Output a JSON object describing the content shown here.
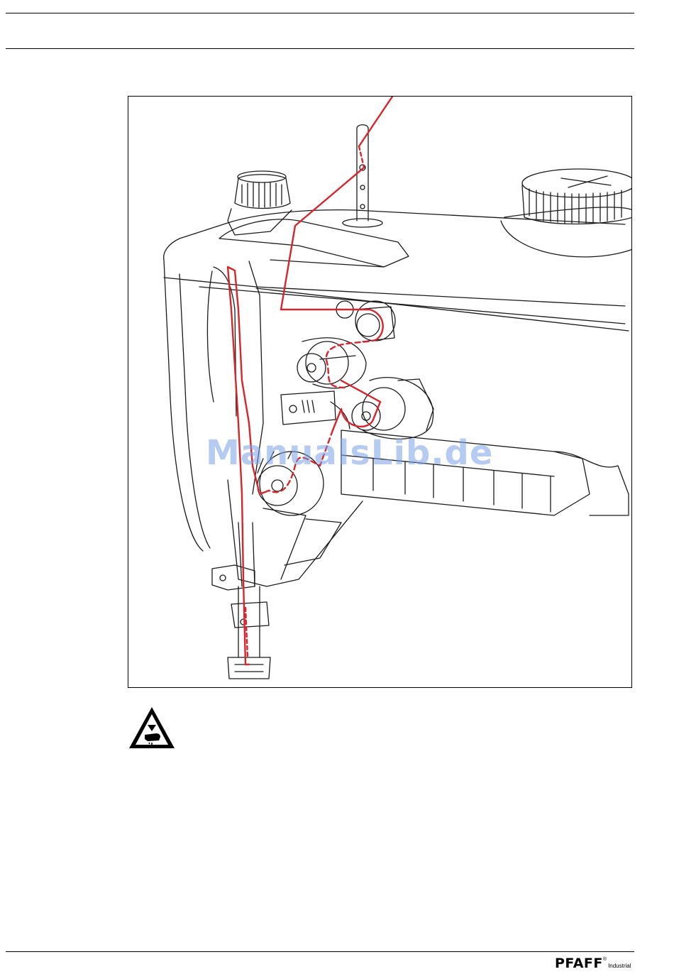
{
  "watermark": {
    "text": "ManualsLib.de"
  },
  "footer": {
    "brand": "PFAFF",
    "registered": "®",
    "brand_sub": "Industrial"
  },
  "colors": {
    "thread": "#d6252b",
    "line": "#1a1a1a",
    "watermark": "#78a0e6"
  },
  "icons": {
    "warning": "warning-triangle-hand-icon"
  }
}
